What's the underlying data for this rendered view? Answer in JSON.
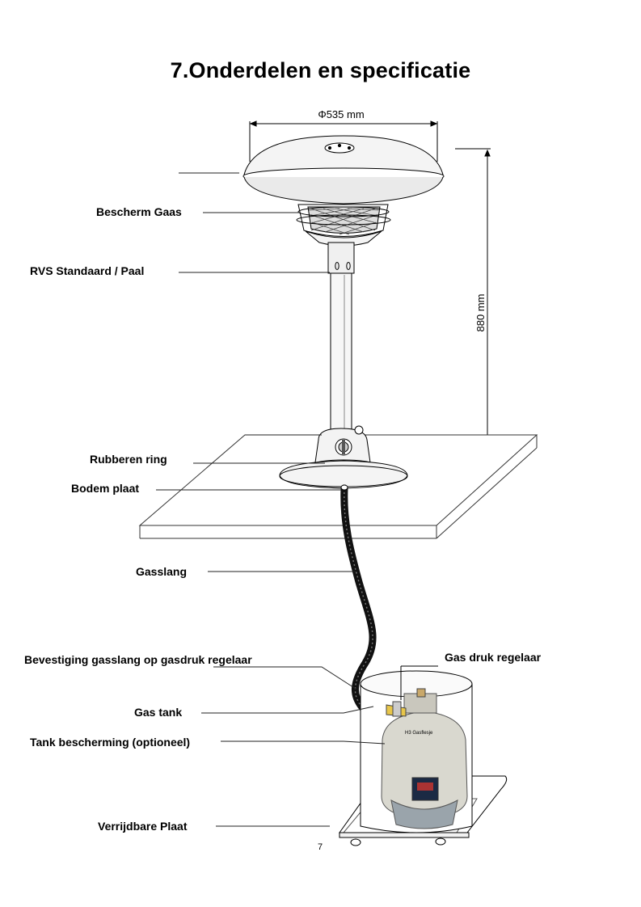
{
  "title": "7.Onderdelen en specificatie",
  "dimensions": {
    "diameter": "Φ535 mm",
    "height": "880 mm"
  },
  "labels": {
    "protective_mesh": "Bescherm Gaas",
    "pole": "RVS Standaard / Paal",
    "rubber_ring": "Rubberen ring",
    "base_plate": "Bodem plaat",
    "gas_hose": "Gasslang",
    "hose_attachment": "Bevestiging gasslang op gasdruk regelaar",
    "regulator": "Gas druk regelaar",
    "gas_tank": "Gas tank",
    "tank_cover": "Tank bescherming (optioneel)",
    "movable_plate": "Verrijdbare Plaat"
  },
  "tank_sticker": "H3 Gasflesje",
  "page_number": "7"
}
